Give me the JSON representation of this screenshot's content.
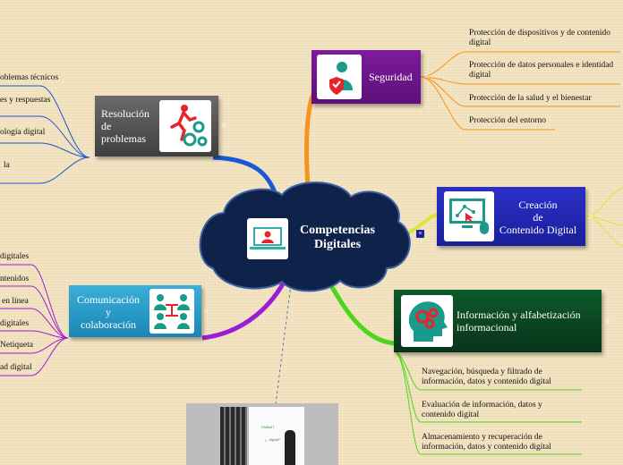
{
  "center": {
    "title_line1": "Competencias",
    "title_line2": "Digitales"
  },
  "branches": {
    "seguridad": {
      "title": "Seguridad",
      "color": "#f7931e",
      "items": [
        {
          "line1": "Protección de dispositivos y de contenido",
          "line2": "digital"
        },
        {
          "line1": "Protección de datos personales e identidad",
          "line2": "digital"
        },
        {
          "line1": "Protección de la salud y el bienestar",
          "line2": ""
        },
        {
          "line1": "Protección del entorno",
          "line2": ""
        }
      ]
    },
    "resolucion": {
      "title_line1": "Resolución",
      "title_line2": "de",
      "title_line3": "problemas",
      "color": "#1a56d6",
      "items": [
        {
          "line1": "oblemas técnicos"
        },
        {
          "line1": "es y respuestas"
        },
        {
          "line1": "ología digital"
        },
        {
          "line1": "la"
        }
      ]
    },
    "creacion": {
      "title_line1": "Creación",
      "title_line2": "de",
      "title_line3": "Contenido Digital",
      "color": "#d8e83a"
    },
    "informacion": {
      "title_line1": "Información y alfabetización",
      "title_line2": "informacional",
      "color": "#4ed61a",
      "items": [
        {
          "line1": "Navegación, búsqueda y filtrado de",
          "line2": "información, datos y contenido digital"
        },
        {
          "line1": "Evaluación de información, datos y",
          "line2": "contenido digital"
        },
        {
          "line1": "Almacenamiento y recuperación de",
          "line2": "información, datos y contenido digital"
        }
      ]
    },
    "comunicacion": {
      "title_line1": "Comunicación",
      "title_line2": "y",
      "title_line3": "colaboración",
      "color": "#9b1ed6",
      "items": [
        {
          "line1": "digitales"
        },
        {
          "line1": "ntenidos"
        },
        {
          "line1": "en línea"
        },
        {
          "line1": "digitales"
        },
        {
          "line1": "Netiqueta"
        },
        {
          "line1": "ad digital"
        }
      ]
    }
  },
  "video": {
    "slide_title": "Unidad 1",
    "slide_subtitle": "¿...digital?"
  },
  "icons": {
    "menu": "≡"
  }
}
